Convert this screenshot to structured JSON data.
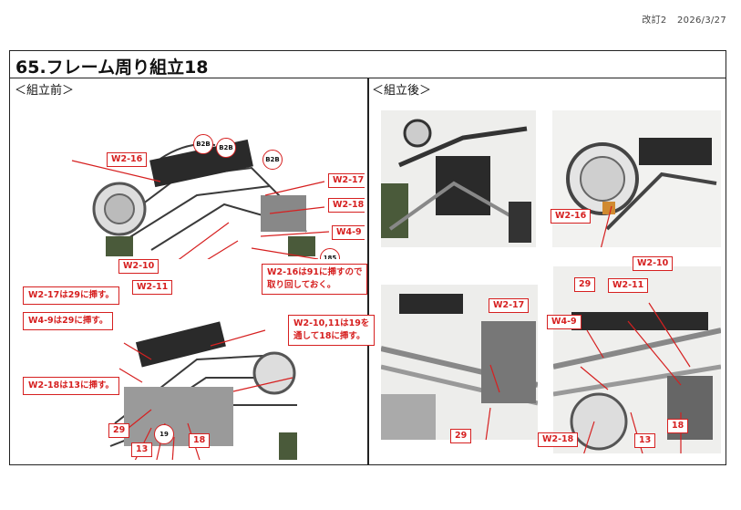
{
  "revision": {
    "label": "改訂2",
    "date": "2026/3/27"
  },
  "title": "65.フレーム周り組立18",
  "sections": {
    "before": "＜組立前＞",
    "after": "＜組立後＞"
  },
  "before_top": {
    "labels": [
      "W2-16",
      "W2-17",
      "W2-18",
      "W4-9",
      "W2-10",
      "W2-11"
    ],
    "circles": [
      "B2B",
      "B2B",
      "B2B",
      "185"
    ]
  },
  "before_bottom": {
    "notes": [
      "W2-17は29に挿す。",
      "W4-9は29に挿す。",
      "W2-18は13に挿す。"
    ],
    "note_multi_1": [
      "W2-16は91に挿すので",
      "取り回しておく。"
    ],
    "note_multi_2": [
      "W2-10,11は19を",
      "通して18に挿す。"
    ],
    "labels": [
      "29",
      "13",
      "18"
    ],
    "circle": "19"
  },
  "after_top": {
    "labels": [
      "W2-16"
    ]
  },
  "after_bottom_left": {
    "labels": [
      "W2-17",
      "29"
    ]
  },
  "after_bottom_right": {
    "labels": [
      "W2-10",
      "29",
      "W2-11",
      "W4-9",
      "W2-18",
      "13",
      "18"
    ]
  }
}
